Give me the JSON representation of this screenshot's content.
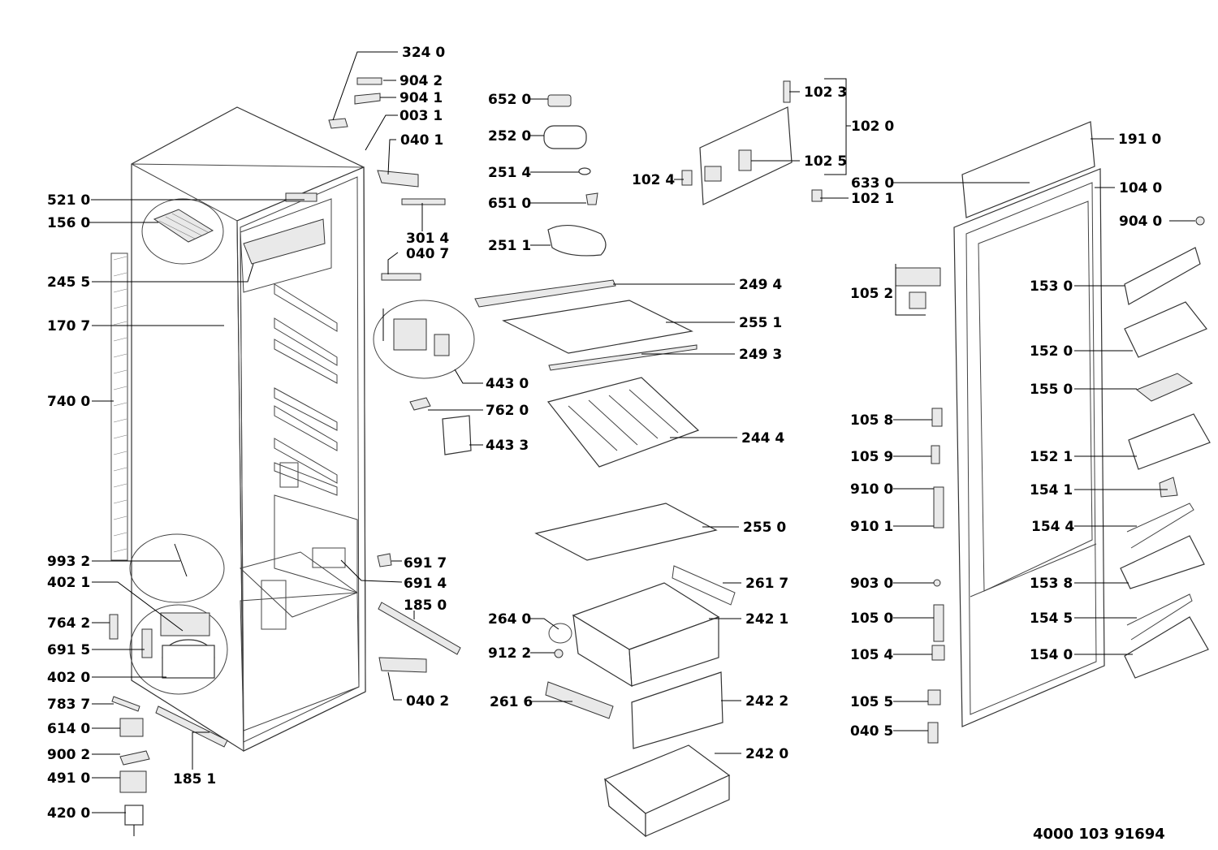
{
  "document_number": "4000 103 91694",
  "part_labels": {
    "p3240": "324 0",
    "p9042": "904 2",
    "p9041": "904 1",
    "p0031": "003 1",
    "p0401": "040 1",
    "p5210": "521 0",
    "p1560": "156 0",
    "p3014": "301 4",
    "p0407": "040 7",
    "p2455": "245 5",
    "p1707": "170 7",
    "p7400": "740 0",
    "p9932": "993 2",
    "p4021": "402 1",
    "p7642": "764 2",
    "p6915": "691 5",
    "p4020": "402 0",
    "p7837": "783 7",
    "p6140": "614 0",
    "p9002": "900 2",
    "p4910": "491 0",
    "p4200": "420 0",
    "p1851": "185 1",
    "p6917": "691 7",
    "p6914": "691 4",
    "p1850": "185 0",
    "p0402": "040 2",
    "p6520": "652 0",
    "p2520": "252 0",
    "p2514": "251 4",
    "p6510": "651 0",
    "p2511": "251 1",
    "p2494": "249 4",
    "p2551": "255 1",
    "p2493": "249 3",
    "p4430": "443 0",
    "p7620": "762 0",
    "p4433": "443 3",
    "p2444": "244 4",
    "p2550": "255 0",
    "p2617": "261 7",
    "p2640": "264 0",
    "p2421": "242 1",
    "p9122": "912 2",
    "p2616": "261 6",
    "p2422": "242 2",
    "p2420": "242 0",
    "p1023": "102 3",
    "p1020": "102 0",
    "p1025": "102 5",
    "p1024": "102 4",
    "p6330": "633 0",
    "p1021": "102 1",
    "p1910": "191 0",
    "p1040": "104 0",
    "p9040": "904 0",
    "p1052": "105 2",
    "p1530": "153 0",
    "p1520": "152 0",
    "p1550": "155 0",
    "p1058": "105 8",
    "p1059": "105 9",
    "p1521": "152 1",
    "p9100": "910 0",
    "p1541": "154 1",
    "p9101": "910 1",
    "p1544": "154 4",
    "p9030": "903 0",
    "p1538": "153 8",
    "p1050": "105 0",
    "p1545": "154 5",
    "p1054": "105 4",
    "p1540": "154 0",
    "p1055": "105 5",
    "p0405": "040 5"
  }
}
